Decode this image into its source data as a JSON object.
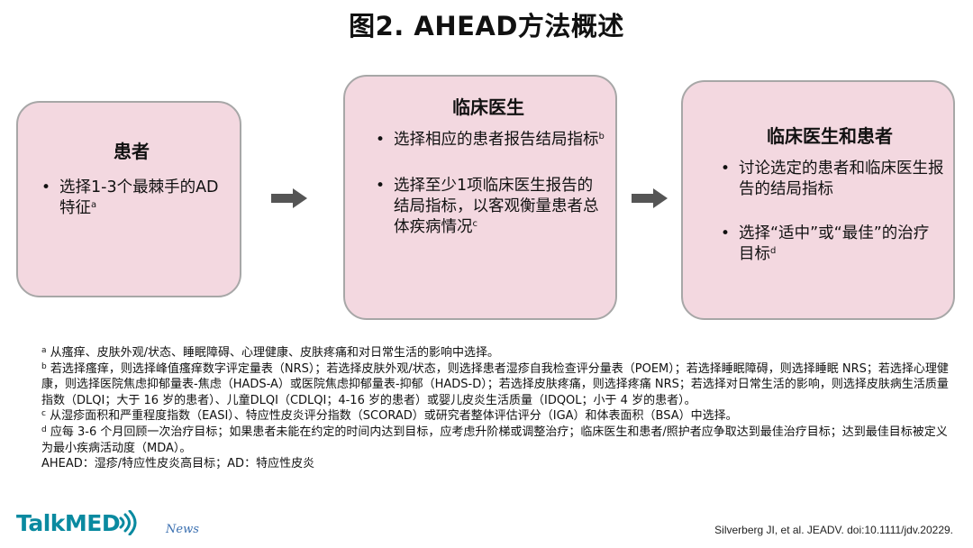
{
  "title": "图2. AHEAD方法概述",
  "boxes": [
    {
      "heading": "患者",
      "bullets": [
        {
          "text": "选择1-3个最棘手的AD特征",
          "sup": "a"
        }
      ]
    },
    {
      "heading": "临床医生",
      "bullets": [
        {
          "text": "选择相应的患者报告结局指标",
          "sup": "b"
        },
        {
          "text": "选择至少1项临床医生报告的结局指标，以客观衡量患者总体疾病情况",
          "sup": "c"
        }
      ]
    },
    {
      "heading": "临床医生和患者",
      "bullets": [
        {
          "text": "讨论选定的患者和临床医生报告的结局指标",
          "sup": ""
        },
        {
          "text": "选择“适中”或“最佳”的治疗目标",
          "sup": "d"
        }
      ]
    }
  ],
  "arrow_color": "#555555",
  "footnotes": [
    {
      "mark": "a",
      "text": "从瘙痒、皮肤外观/状态、睡眠障碍、心理健康、皮肤疼痛和对日常生活的影响中选择。"
    },
    {
      "mark": "b",
      "text": "若选择瘙痒，则选择峰值瘙痒数字评定量表（NRS）；若选择皮肤外观/状态，则选择患者湿疹自我检查评分量表（POEM）；若选择睡眠障碍，则选择睡眠 NRS；若选择心理健康，则选择医院焦虑抑郁量表-焦虑（HADS-A）或医院焦虑抑郁量表-抑郁（HADS-D）；若选择皮肤疼痛，则选择疼痛 NRS；若选择对日常生活的影响，则选择皮肤病生活质量指数（DLQI；大于 16 岁的患者）、儿童DLQI（CDLQI；4-16 岁的患者）或婴儿皮炎生活质量（IDQOL；小于 4 岁的患者）。"
    },
    {
      "mark": "c",
      "text": "从湿疹面积和严重程度指数（EASI）、特应性皮炎评分指数（SCORAD）或研究者整体评估评分（IGA）和体表面积（BSA）中选择。"
    },
    {
      "mark": "d",
      "text": "应每 3-6 个月回顾一次治疗目标；如果患者未能在约定的时间内达到目标，应考虑升阶梯或调整治疗；临床医生和患者/照护者应争取达到最佳治疗目标；达到最佳目标被定义为最小疾病活动度（MDA）。"
    },
    {
      "mark": "",
      "text": "AHEAD：湿疹/特应性皮炎高目标；AD：特应性皮炎"
    }
  ],
  "logo": {
    "text": "TalkMED",
    "color": "#0a8aa0"
  },
  "news_label": "News",
  "citation": "Silverberg JI, et al. JEADV. doi:10.1111/jdv.20229."
}
